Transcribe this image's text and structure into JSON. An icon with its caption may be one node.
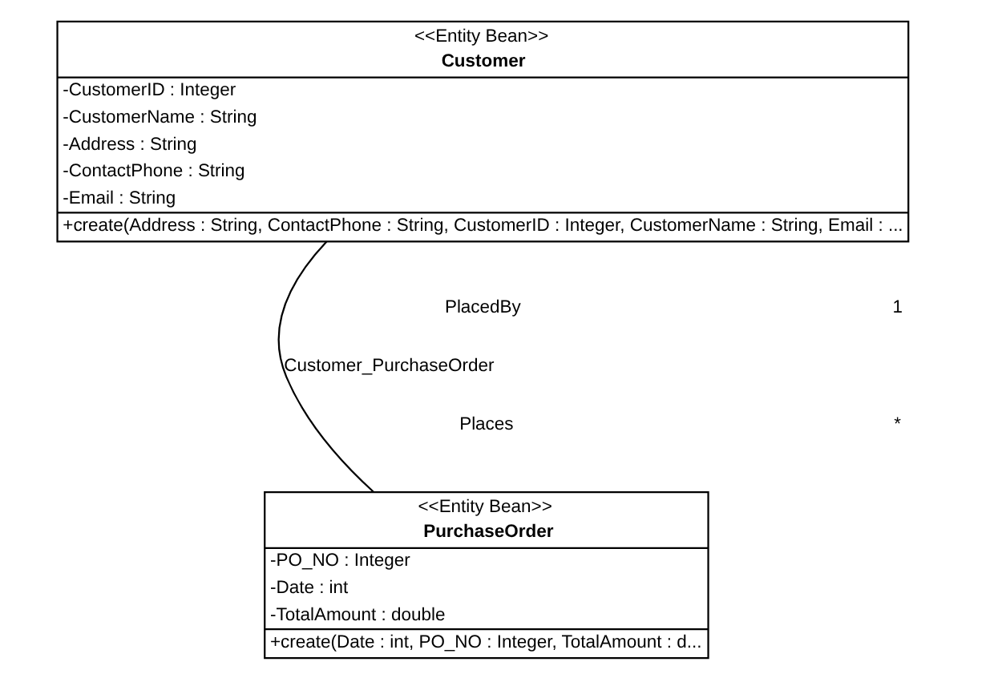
{
  "diagram": {
    "nodes": [
      {
        "text": [
          "<<Entity Bean>>",
          "Customer",
          "-CustomerID : Integer",
          "-CustomerName : String",
          "-Address : String",
          "-ContactPhone : String",
          "-Email : String",
          "+create(Address : String, ContactPhone : String, CustomerID : Integer, CustomerName : String, Email : ..."
        ]
      },
      {
        "text": [
          "<<Entity Bean>>",
          "PurchaseOrder",
          "-PO_NO : Integer",
          "-Date : int",
          "-TotalAmount : double",
          "+create(Date : int, PO_NO : Integer, TotalAmount : d..."
        ]
      }
    ],
    "edges": [
      {
        "from": 0,
        "to": 1,
        "arrow": "none",
        "label": "Customer_PurchaseOrder"
      }
    ],
    "labels": [
      "PlacedBy",
      "1",
      "Places",
      "*"
    ]
  }
}
